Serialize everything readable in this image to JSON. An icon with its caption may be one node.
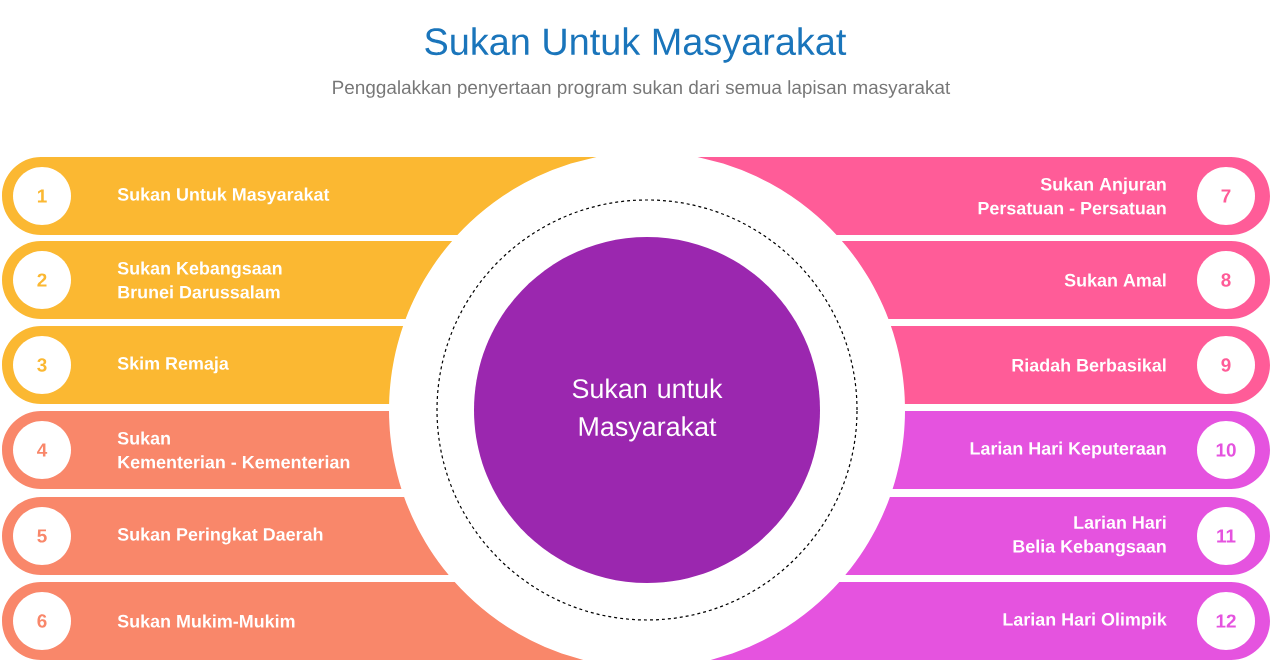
{
  "diagram": {
    "title": "Sukan Untuk Masyarakat",
    "nodes": [
      {
        "text": [
          "Sukan untuk Masyarakat"
        ]
      },
      {
        "text": [
          "Sukan Untuk Masyarakat"
        ]
      },
      {
        "text": [
          "1"
        ],
        "in": 1
      },
      {
        "text": [
          "Sukan Kebangsaan Brunei Darussalam"
        ]
      },
      {
        "text": [
          "2"
        ],
        "in": 3
      },
      {
        "text": [
          "Skim Remaja"
        ]
      },
      {
        "text": [
          "3"
        ],
        "in": 5
      },
      {
        "text": [
          "Sukan",
          "Kementerian - Kementerian"
        ]
      },
      {
        "text": [
          "4"
        ],
        "in": 7
      },
      {
        "text": [
          "Sukan Peringkat Daerah"
        ]
      },
      {
        "text": [
          "5"
        ],
        "in": 9
      },
      {
        "text": [
          "Sukan Mukim-Mukim"
        ]
      },
      {
        "text": [
          "6"
        ],
        "in": 11
      },
      {
        "text": [
          "Sukan Anjuran Persatuan - Persatuan"
        ]
      },
      {
        "text": [
          "7"
        ],
        "in": 13
      },
      {
        "text": [
          "Sukan Amal"
        ]
      },
      {
        "text": [
          "8"
        ],
        "in": 15
      },
      {
        "text": [
          "Riadah Berbasikal"
        ]
      },
      {
        "text": [
          "9"
        ],
        "in": 17
      },
      {
        "text": [
          "Larian Hari Keputeraan"
        ]
      },
      {
        "text": [
          "10"
        ],
        "in": 19
      },
      {
        "text": [
          "Larian Hari",
          "Belia Kebangsaan"
        ]
      },
      {
        "text": [
          "11"
        ],
        "in": 21
      },
      {
        "text": [
          "Larian Hari Olimpik"
        ]
      },
      {
        "text": [
          "12"
        ],
        "in": 23
      }
    ],
    "labels": [
      "Penggalakkan penyertaan program sukan dari semua lapisan masyarakat"
    ]
  }
}
